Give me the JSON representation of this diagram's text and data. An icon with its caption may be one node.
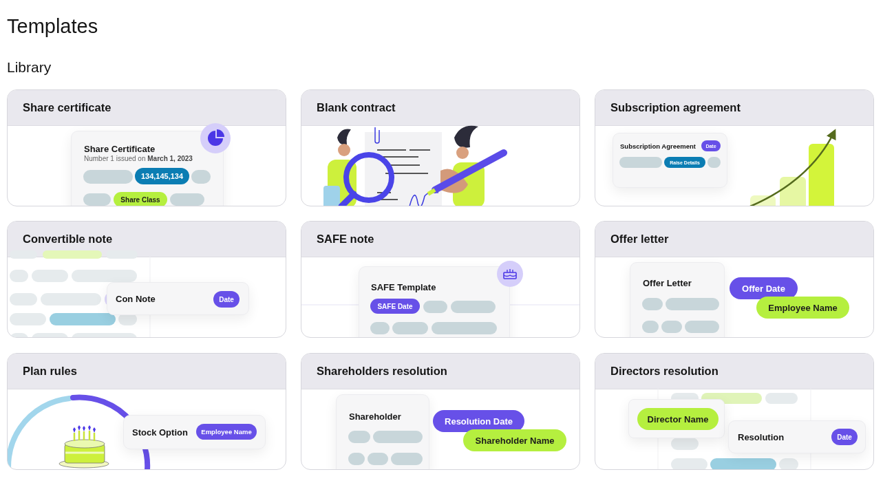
{
  "diagram": {
    "title": "Templates",
    "labels": [
      "Library"
    ],
    "nodes": [
      {
        "text": [
          "Share certificate"
        ]
      },
      {
        "text": [
          "Share Certificate",
          "Number 1 issued on **March 1, 2023**"
        ],
        "in": 0
      },
      {
        "text": [
          "134,145,134"
        ],
        "in": 1
      },
      {
        "text": [
          "Share Class"
        ],
        "in": 1
      },
      {
        "text": [
          "Blank contract"
        ]
      },
      {
        "text": [
          "Subscription agreement"
        ]
      },
      {
        "text": [
          "Subscription Agreement"
        ],
        "in": 5
      },
      {
        "text": [
          "Date"
        ],
        "in": 6
      },
      {
        "text": [
          "Raise Details"
        ],
        "in": 6
      },
      {
        "text": [
          "Convertible note"
        ]
      },
      {
        "text": [
          "Con Note"
        ],
        "in": 9
      },
      {
        "text": [
          "Date"
        ],
        "in": 10
      },
      {
        "text": [
          "SAFE note"
        ]
      },
      {
        "text": [
          "SAFE Template"
        ],
        "in": 12
      },
      {
        "text": [
          "SAFE Date"
        ],
        "in": 13
      },
      {
        "text": [
          "Offer letter"
        ]
      },
      {
        "text": [
          "Offer Letter"
        ],
        "in": 15
      },
      {
        "text": [
          "Offer Date"
        ],
        "in": 15
      },
      {
        "text": [
          "Employee Name"
        ],
        "in": 15
      },
      {
        "text": [
          "Plan rules"
        ]
      },
      {
        "text": [
          "Stock Option"
        ],
        "in": 19
      },
      {
        "text": [
          "Employee Name"
        ],
        "in": 20
      },
      {
        "text": [
          "Shareholders resolution"
        ]
      },
      {
        "text": [
          "Shareholder"
        ],
        "in": 22
      },
      {
        "text": [
          "Resolution Date"
        ],
        "in": 22
      },
      {
        "text": [
          "Shareholder Name"
        ],
        "in": 22
      },
      {
        "text": [
          "Directors resolution"
        ]
      },
      {
        "text": [],
        "shape": "box",
        "in": 26
      },
      {
        "text": [
          "Director Name"
        ],
        "in": 27
      },
      {
        "text": [
          "Resolution"
        ],
        "in": 26
      },
      {
        "text": [
          "Date"
        ],
        "in": 29
      }
    ]
  }
}
